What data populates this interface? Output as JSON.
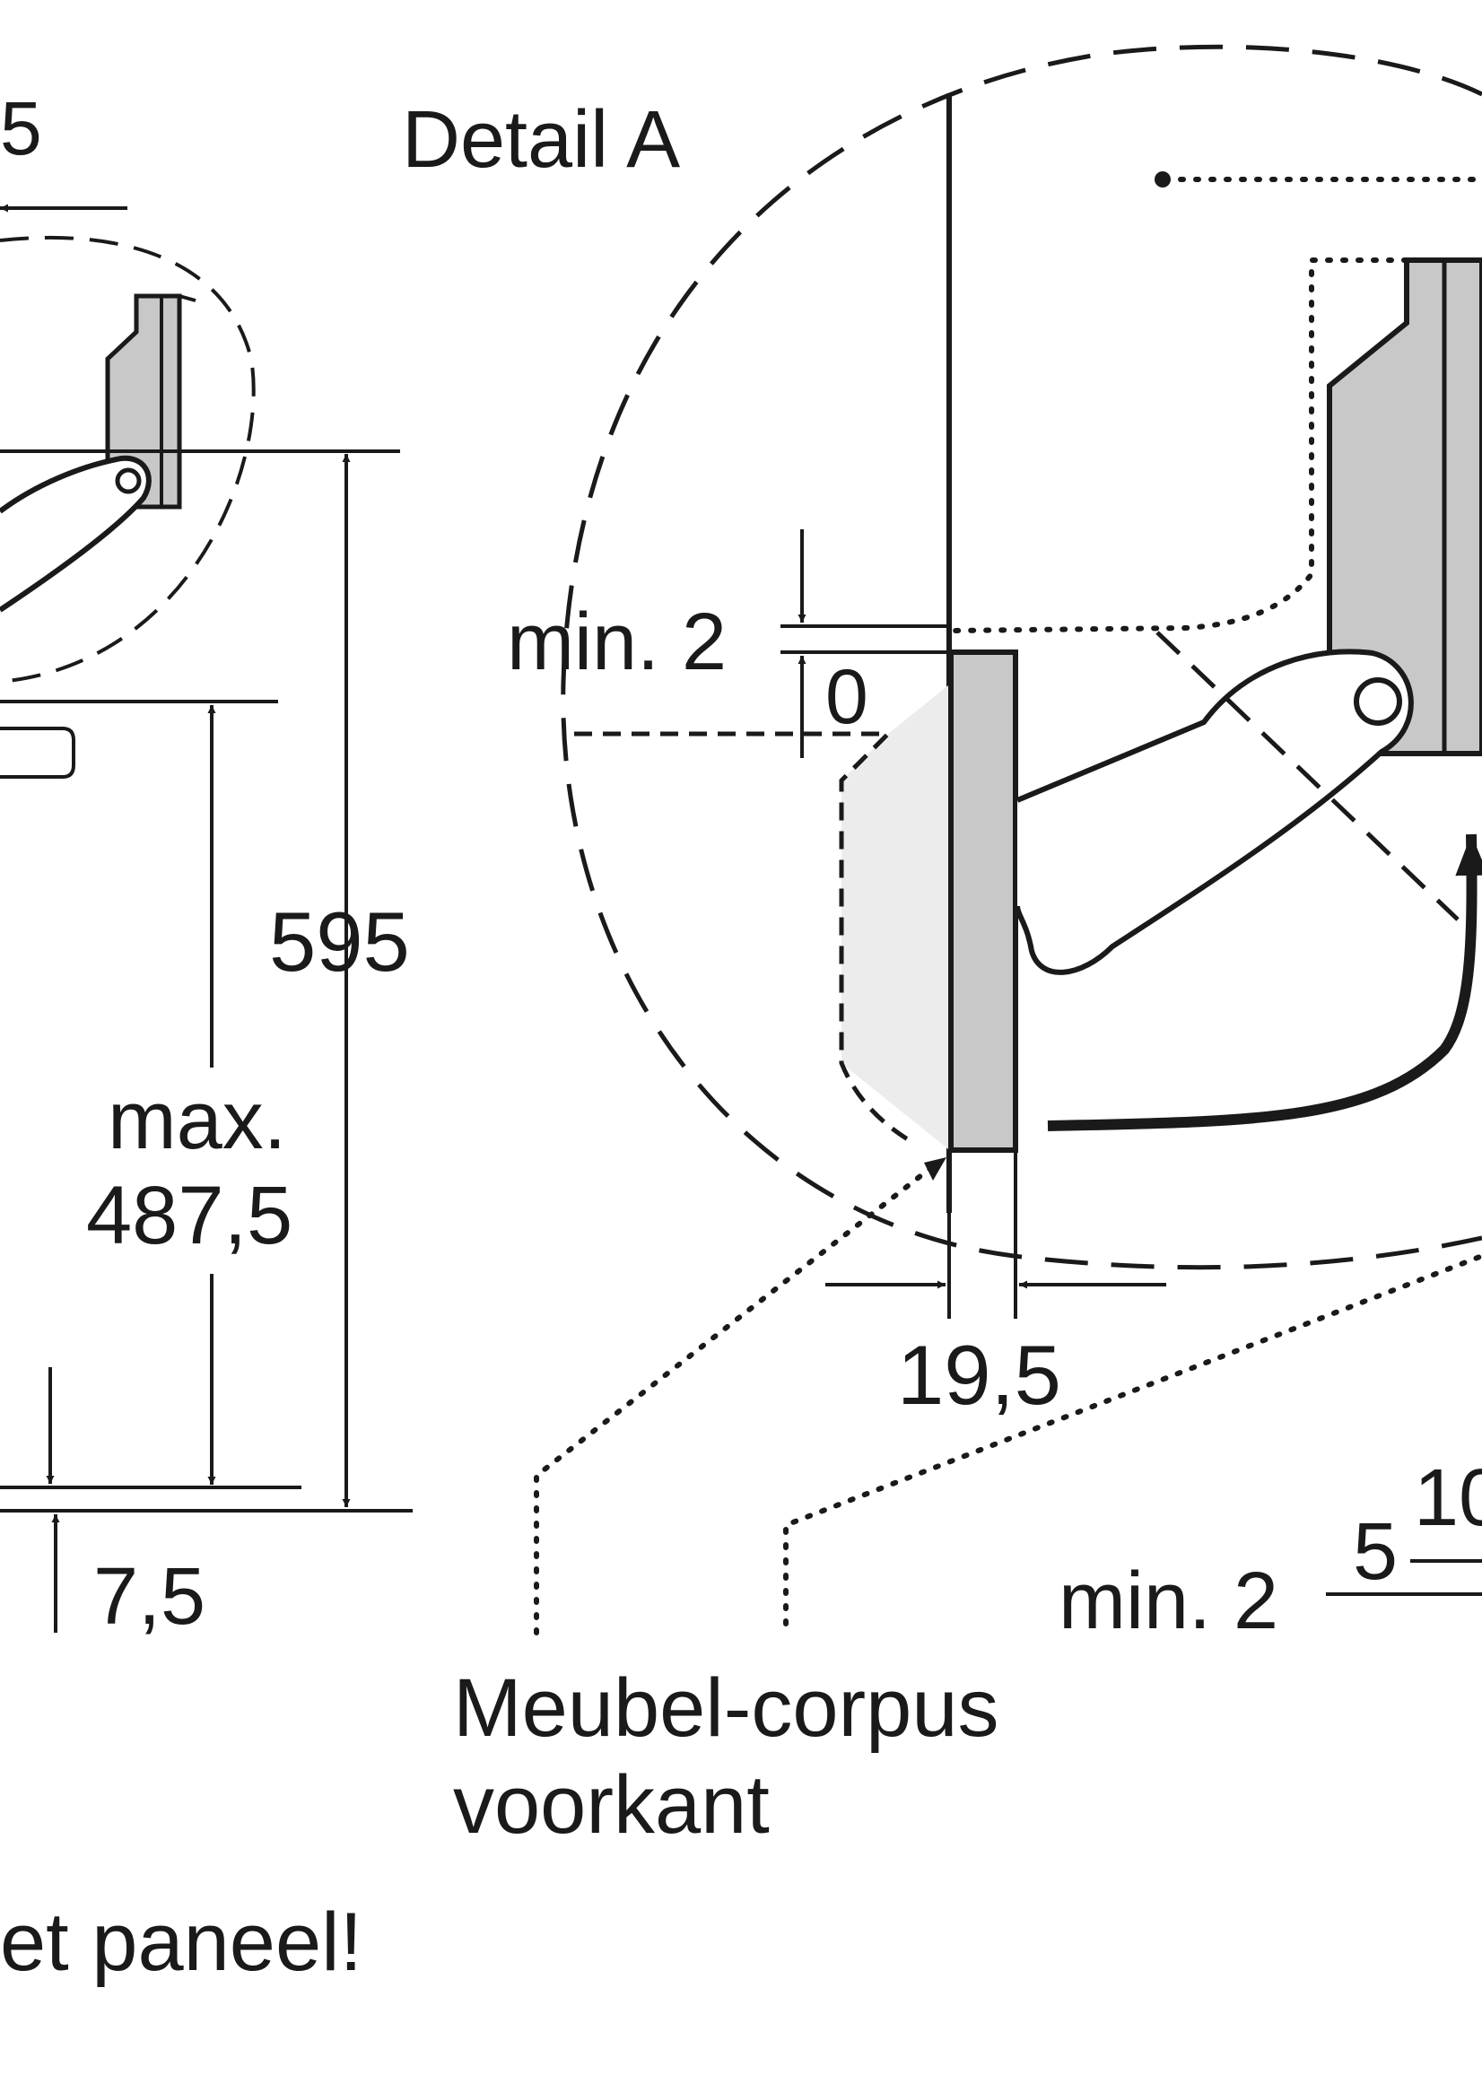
{
  "detail_title": "Detail A",
  "left_view": {
    "top_partial": "5",
    "height_total": "595",
    "max_label_line1": "max.",
    "max_label_line2": "487,5",
    "bottom_gap": "7,5",
    "note_partial": "et paneel!"
  },
  "detail_a": {
    "min_gap_top": "min. 2",
    "offset_zero": "0",
    "panel_thickness": "19,5",
    "min_gap_bottom": "min. 2",
    "value_5": "5",
    "value_10_partial": "10",
    "callout_line1": "Meubel-corpus",
    "callout_line2": "voorkant"
  },
  "colors": {
    "line": "#1a1a1a",
    "part_fill": "#c8c8c8",
    "light_fill": "#ececec",
    "background": "#ffffff"
  }
}
